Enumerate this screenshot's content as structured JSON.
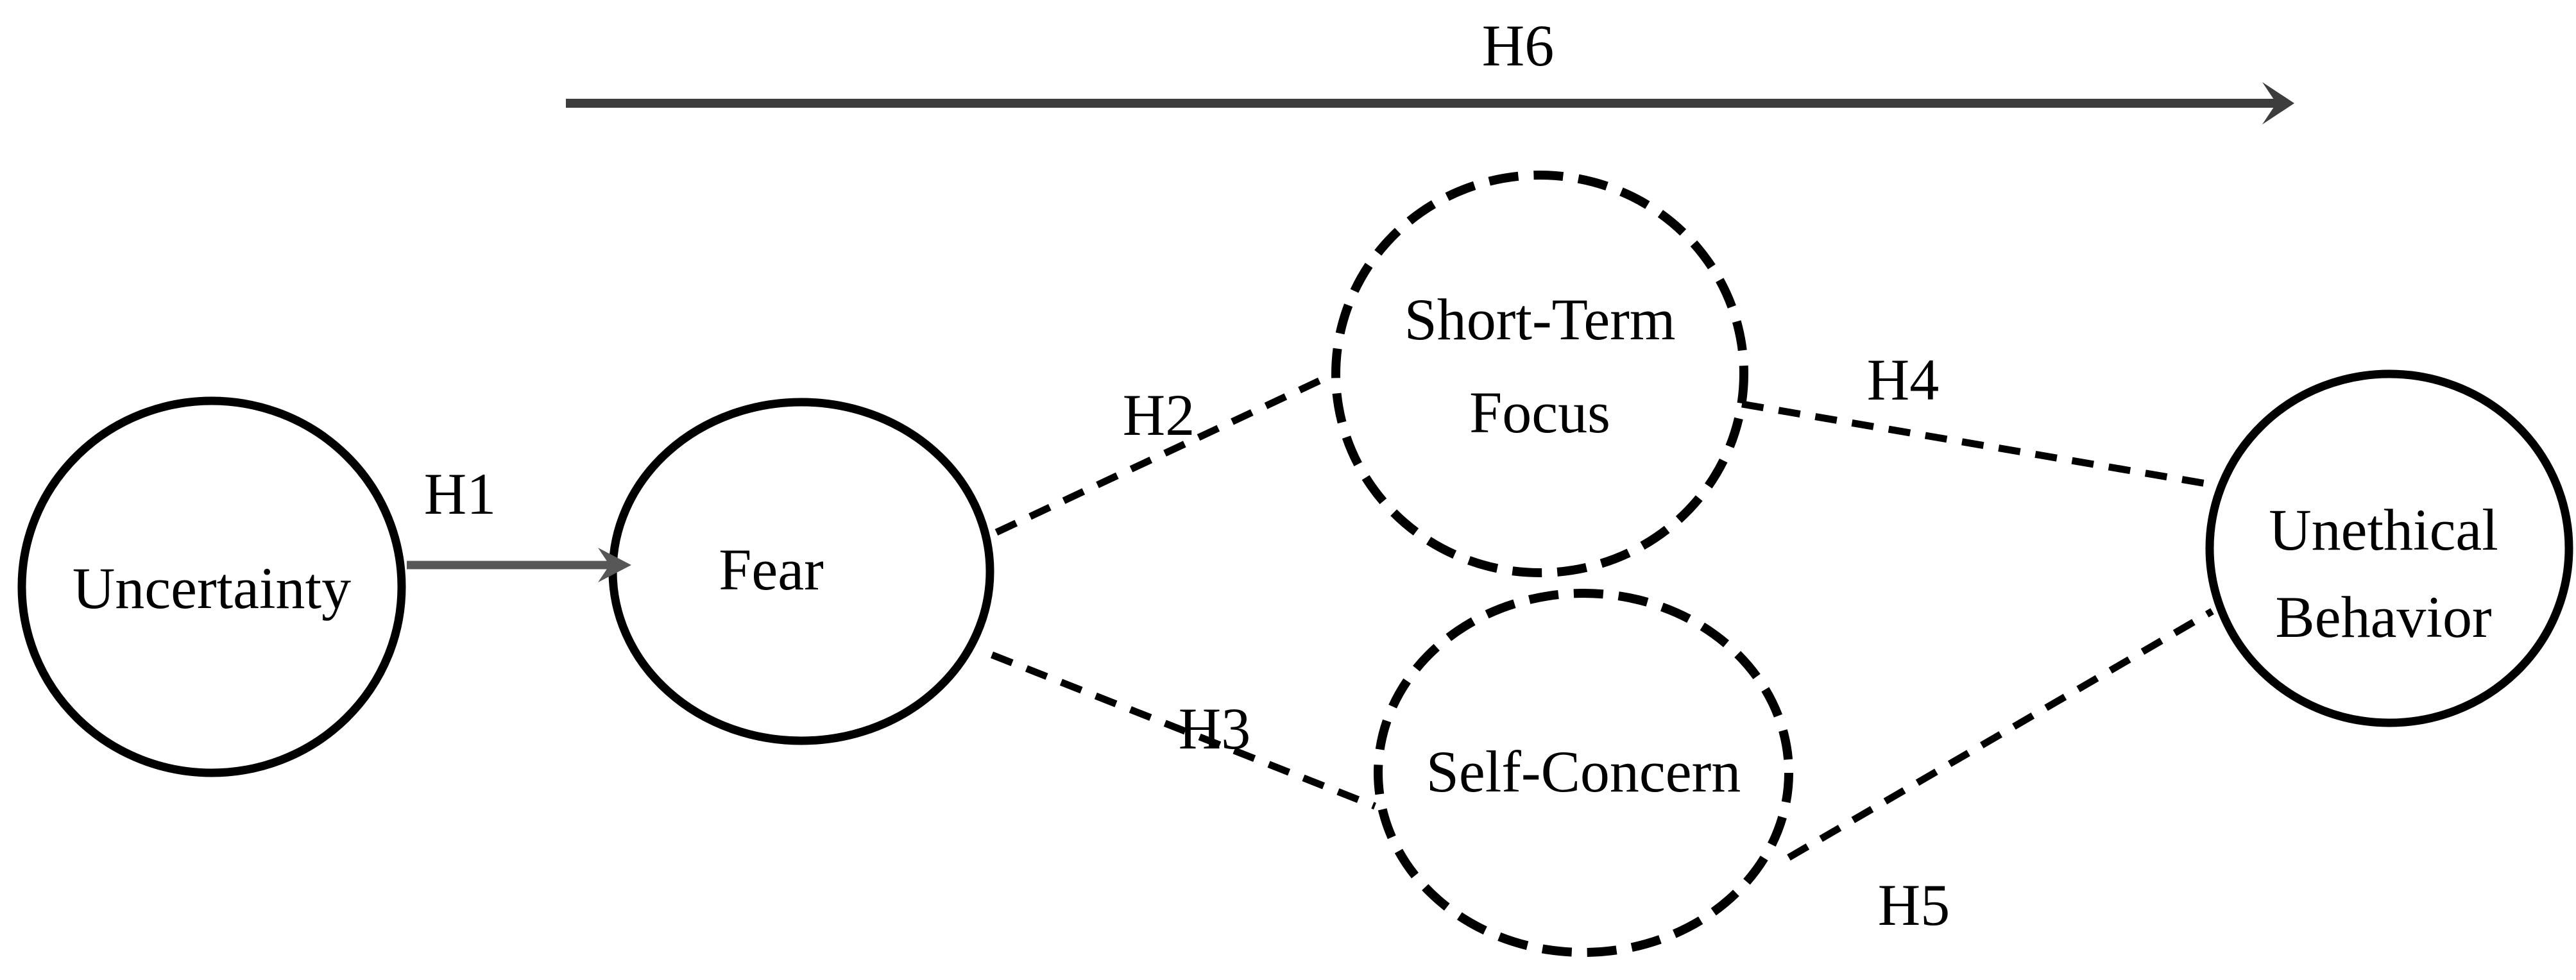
{
  "figure": {
    "kind": "hypothesis-path-model",
    "nodes": {
      "uncertainty": {
        "label": "Uncertainty",
        "shape": "solid-circle"
      },
      "fear": {
        "label": "Fear",
        "shape": "solid-circle"
      },
      "short_term_focus": {
        "line1": "Short-Term",
        "line2": "Focus",
        "shape": "dashed-circle"
      },
      "self_concern": {
        "label": "Self-Concern",
        "shape": "dashed-circle"
      },
      "unethical_behavior": {
        "line1": "Unethical",
        "line2": "Behavior",
        "shape": "solid-circle"
      }
    },
    "edges": {
      "h1": {
        "label": "H1",
        "from": "Uncertainty",
        "to": "Fear",
        "style": "solid-arrow"
      },
      "h2": {
        "label": "H2",
        "from": "Fear",
        "to": "Short-Term Focus",
        "style": "dashed"
      },
      "h3": {
        "label": "H3",
        "from": "Fear",
        "to": "Self-Concern",
        "style": "dashed"
      },
      "h4": {
        "label": "H4",
        "from": "Short-Term Focus",
        "to": "Unethical Behavior",
        "style": "dashed"
      },
      "h5": {
        "label": "H5",
        "from": "Self-Concern",
        "to": "Unethical Behavior",
        "style": "dashed"
      },
      "h6": {
        "label": "H6",
        "from": "Uncertainty",
        "to": "Unethical Behavior",
        "style": "solid-arrow"
      }
    },
    "colors": {
      "ink": "#000000",
      "h1_arrow": "#575757",
      "h6_arrow": "#3d3d3d",
      "background": "#ffffff"
    }
  }
}
